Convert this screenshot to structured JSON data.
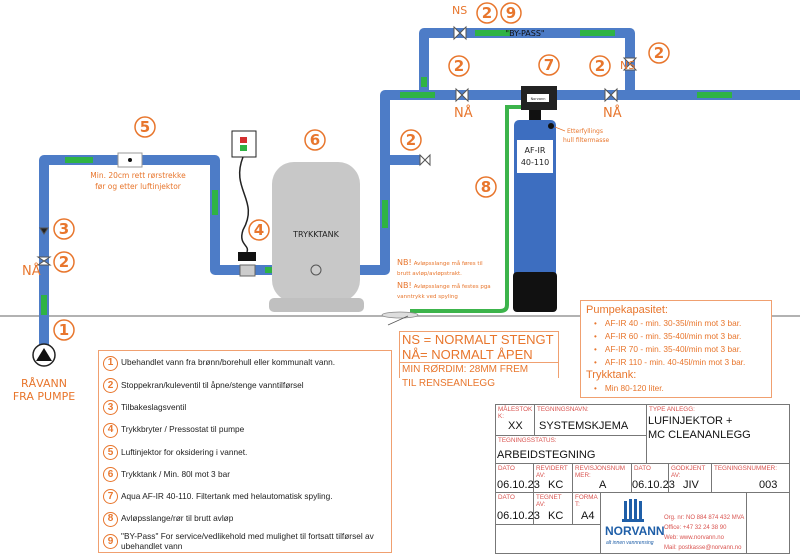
{
  "colors": {
    "pipe": "#4d7cc7",
    "flow_arrow": "#2fb344",
    "accent": "#e8762d",
    "tank": "#c8c8c8",
    "filter": "#3d6ec0"
  },
  "diagram": {
    "ns": "NS",
    "na": "NÅ",
    "bypass": "\"BY-PASS\"",
    "air_note_1": "Min. 20cm rett rørstrekke",
    "air_note_2": "før og etter luftinjektor",
    "tank_label": "TRYKKTANK",
    "filter_label_1": "AF-IR",
    "filter_label_2": "40-110",
    "controller_label": "Norvann",
    "refill_1": "Etterfyllings",
    "refill_2": "hull filtermasse",
    "nb1_a": "NB!",
    "nb1_b": "Avløpsslange må føres til",
    "nb1_c": "brutt avløp/avløpstrakt.",
    "nb2_a": "NB!",
    "nb2_b": "Avløpsslange må festes pga",
    "nb2_c": "vanntrykk ved spyling",
    "raw_1": "RÅVANN",
    "raw_2": "FRA PUMPE",
    "numbers": [
      "1",
      "2",
      "3",
      "4",
      "5",
      "6",
      "7",
      "8",
      "9"
    ]
  },
  "legend": [
    {
      "n": "1",
      "text": "Ubehandlet vann fra brønn/borehull eller kommunalt vann."
    },
    {
      "n": "2",
      "text": "Stoppekran/kuleventil til åpne/stenge vanntilførsel"
    },
    {
      "n": "3",
      "text": "Tilbakeslagsventil"
    },
    {
      "n": "4",
      "text": "Trykkbryter / Pressostat til pumpe"
    },
    {
      "n": "5",
      "text": "Luftinjektor for oksidering i vannet."
    },
    {
      "n": "6",
      "text": "Trykktank / Min. 80l mot 3 bar"
    },
    {
      "n": "7",
      "text": "Aqua AF-IR 40-110. Filtertank med helautomatisk spyling."
    },
    {
      "n": "8",
      "text": "Avløpsslange/rør til brutt avløp"
    },
    {
      "n": "9",
      "text": "\"BY-Pass\" For service/vedlikehold med mulighet til fortsatt tilførsel av ubehandlet vann"
    }
  ],
  "ns_box": {
    "line1": "NS = NORMALT STENGT",
    "line2": "NÅ= NORMALT ÅPEN",
    "line3": "MIN RØRDIM: 28MM FREM",
    "line4": "TIL RENSEANLEGG"
  },
  "pump_box": {
    "title": "Pumpekapasitet:",
    "items": [
      "AF-IR 40 - min. 30-35l/min mot 3 bar.",
      "AF-IR 60 - min. 35-40l/min mot 3 bar.",
      "AF-IR 70 - min. 35-40l/min mot 3 bar.",
      "AF-IR 110 - min. 40-45l/min mot 3 bar."
    ],
    "tank_title": "Trykktank:",
    "tank_items": [
      "Min 80-120 liter."
    ]
  },
  "title_block": {
    "malestokk_label": "MÅLESTOKK:",
    "malestokk": "XX",
    "navn_label": "TEGNINGSNAVN:",
    "navn": "SYSTEMSKJEMA",
    "type_label": "TYPE ANLEGG:",
    "type_1": "LUFINJEKTOR +",
    "type_2": "MC CLEANANLEGG",
    "status_label": "TEGNINGSSTATUS:",
    "status": "ARBEIDSTEGNING",
    "dato_label": "DATO",
    "dato": "06.10.23",
    "revidert_label": "REVIDERT AV:",
    "revidert": "KC",
    "revnr_label": "REVISJONSNUMMER:",
    "revnr": "A",
    "dato2_label": "DATO",
    "dato2": "06.10.23",
    "godkjent_label": "GODKJENT AV:",
    "godkjent": "JIV",
    "tegnr_label": "TEGNINGSNUMMER:",
    "tegnr": "003",
    "dato3_label": "DATO",
    "dato3": "06.10.23",
    "tegnet_label": "TEGNET AV:",
    "tegnet": "KC",
    "format_label": "FORMAT:",
    "format": "A4",
    "logo": "NORVANN",
    "slogan": "alt innen vannrensing",
    "org": "Org. nr: NO 884 874 432 MVA",
    "office": "Office: +47 32 24 38 90",
    "web": "Web: www.norvann.no",
    "mail": "Mail: postkasse@norvann.no"
  }
}
